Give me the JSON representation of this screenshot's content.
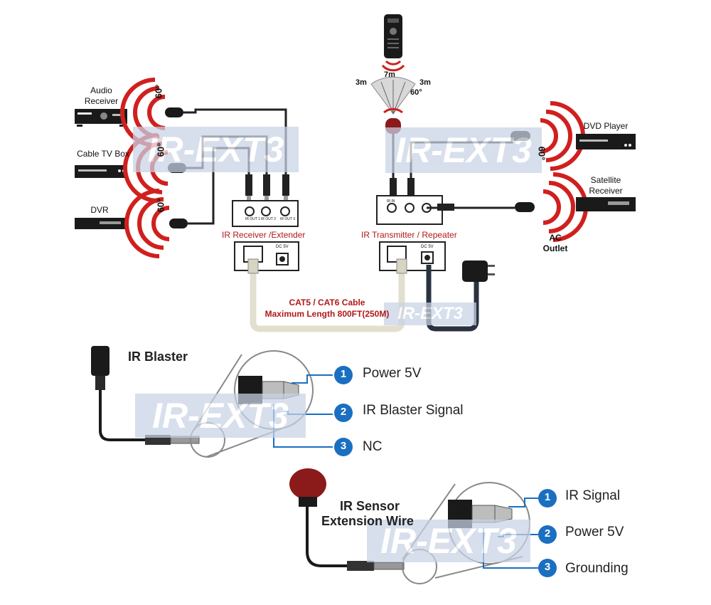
{
  "watermark": "IR-EXT3",
  "devices_left": [
    "Audio Receiver",
    "Cable TV Box",
    "DVR"
  ],
  "devices_right": [
    "DVD Player",
    "Satellite Receiver"
  ],
  "ac_outlet": "AC Outlet",
  "angle_label": "60°",
  "range": {
    "center": "7m",
    "left": "3m",
    "right": "3m",
    "angle": "60°"
  },
  "receiver_label": "IR Receiver /Extender",
  "transmitter_label": "IR Transmitter / Repeater",
  "port_labels": {
    "ir_out_1": "IR OUT 1",
    "ir_out_2": "IR OUT 2",
    "ir_out_3": "IR OUT 3",
    "ir_in": "IR IN",
    "dc": "DC 5V"
  },
  "cable": {
    "line1": "CAT5 / CAT6 Cable",
    "line2": "Maximum Length 800FT(250M)"
  },
  "ir_blaster": {
    "title": "IR Blaster",
    "pins": [
      {
        "num": "1",
        "label": "Power 5V"
      },
      {
        "num": "2",
        "label": "IR Blaster Signal"
      },
      {
        "num": "3",
        "label": "NC"
      }
    ]
  },
  "ir_sensor": {
    "title_line1": "IR Sensor",
    "title_line2": "Extension Wire",
    "pins": [
      {
        "num": "1",
        "label": "IR Signal"
      },
      {
        "num": "2",
        "label": "Power 5V"
      },
      {
        "num": "3",
        "label": "Grounding"
      }
    ]
  },
  "colors": {
    "accent_red": "#b01818",
    "pin_blue": "#1a6fc0",
    "watermark_bg": "#c9d3e6"
  }
}
